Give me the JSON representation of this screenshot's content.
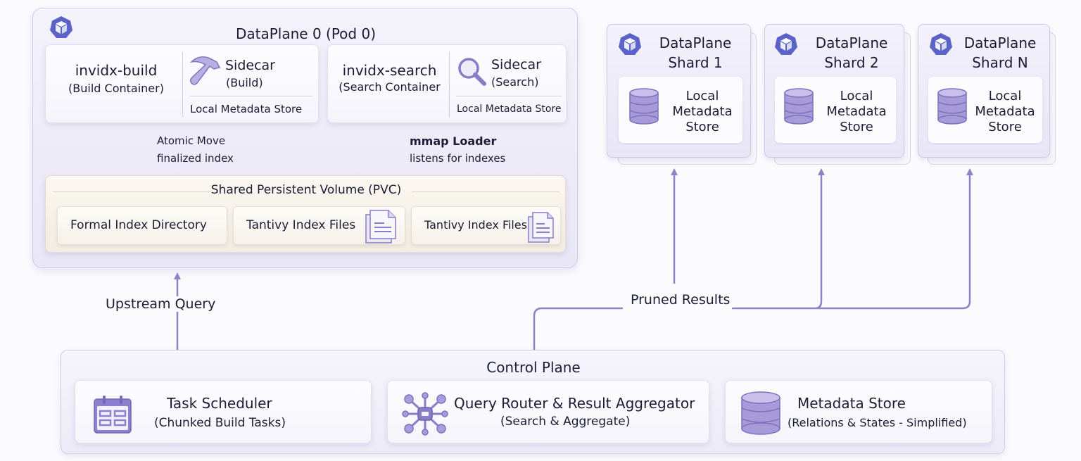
{
  "pod0": {
    "title": "DataPlane 0 (Pod 0)",
    "icon": "kubernetes-pod-icon",
    "build_container": {
      "title": "invidx-build",
      "subtitle": "(Build Container)",
      "sidecar_title": "Sidecar",
      "sidecar_sub": "(Build)",
      "sidecar_icon": "hammer-icon",
      "store_label": "Local Metadata Store"
    },
    "search_container": {
      "title": "invidx-search",
      "subtitle": "(Search Container",
      "sidecar_title": "Sidecar",
      "sidecar_sub": "(Search)",
      "sidecar_icon": "magnifier-icon",
      "store_label": "Local Metadata Store"
    },
    "arrows": {
      "atomic_move_line1": "Atomic Move",
      "atomic_move_line2": "finalized index",
      "mmap_line1": "mmap Loader",
      "mmap_line2": "listens for indexes"
    },
    "pvc": {
      "title": "Shared Persistent Volume (PVC)",
      "items": [
        {
          "label": "Formal Index Directory",
          "icon": ""
        },
        {
          "label": "Tantivy Index Files",
          "icon": "document-stack-icon"
        },
        {
          "label": "Tantivy Index Files",
          "icon": "document-stack-icon"
        }
      ]
    }
  },
  "shards": [
    {
      "title_line1": "DataPlane",
      "title_line2": "Shard 1",
      "store_line1": "Local",
      "store_line2": "Metadata",
      "store_line3": "Store"
    },
    {
      "title_line1": "DataPlane",
      "title_line2": "Shard 2",
      "store_line1": "Local",
      "store_line2": "Metadata",
      "store_line3": "Store"
    },
    {
      "title_line1": "DataPlane",
      "title_line2": "Shard N",
      "store_line1": "Local",
      "store_line2": "Metadata",
      "store_line3": "Store"
    }
  ],
  "flow_labels": {
    "upstream_query": "Upstream Query",
    "pruned_results": "Pruned Results"
  },
  "control_plane": {
    "title": "Control Plane",
    "components": [
      {
        "title": "Task Scheduler",
        "subtitle": "(Chunked Build Tasks)",
        "icon": "calendar-icon"
      },
      {
        "title": "Query Router & Result Aggregator",
        "subtitle": "(Search & Aggregate)",
        "icon": "network-hub-icon"
      },
      {
        "title": "Metadata Store",
        "subtitle": "(Relations & States - Simplified)",
        "icon": "database-icon"
      }
    ]
  },
  "colors": {
    "accent": "#8d84c4",
    "icon_purple": "#8a7cc8",
    "k8s_blue": "#5b63c9",
    "text": "#1c1c36"
  }
}
